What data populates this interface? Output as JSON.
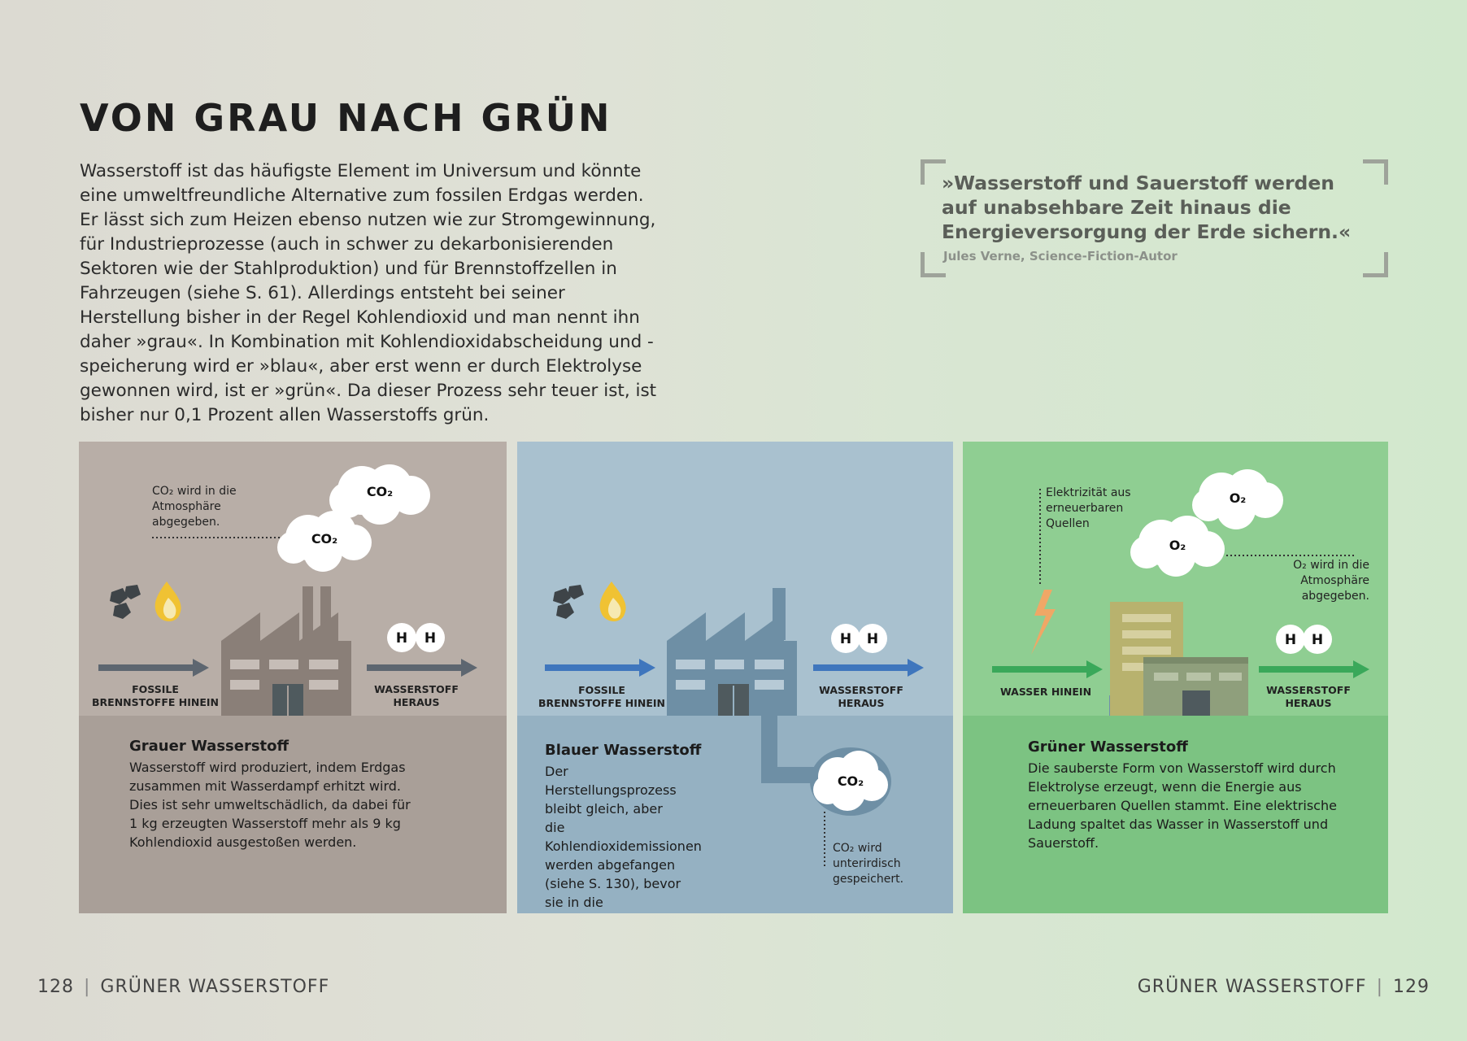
{
  "title": "VON GRAU NACH GRÜN",
  "intro": "Wasserstoff ist das häufigste Element im Universum und könnte eine umweltfreundliche Alternative zum fossilen Erdgas werden. Er lässt sich zum Heizen ebenso nutzen wie zur Stromgewinnung, für Industrieprozesse (auch in schwer zu dekarbonisierenden Sektoren wie der Stahlproduktion) und für Brennstoffzellen in Fahrzeugen (siehe S. 61). Allerdings entsteht bei seiner Herstellung bisher in der Regel Kohlendioxid und man nennt ihn daher »grau«. In Kombination mit Kohlendioxidabscheidung und -speicherung wird er »blau«, aber erst wenn er durch Elektrolyse gewonnen wird, ist er »grün«. Da dieser Prozess sehr teuer ist, ist bisher nur 0,1 Prozent allen Wasserstoffs grün.",
  "quote": {
    "text": "»Wasserstoff und Sauerstoff werden auf unabsehbare Zeit hinaus die Energieversorgung der Erde sichern.«",
    "author": "Jules Verne, Science-Fiction-Autor"
  },
  "colors": {
    "grey_panel": "#b8aea7",
    "grey_lower": "#a99f98",
    "blue_panel": "#a9c1cf",
    "blue_lower": "#95b1c2",
    "green_panel": "#8fce92",
    "green_lower": "#7cc382",
    "grey_arrow": "#5d6670",
    "blue_arrow": "#3f76bd",
    "green_arrow": "#3aa85a"
  },
  "panels": {
    "grey": {
      "co2_note": "CO₂ wird in die Atmosphäre abgegeben.",
      "cloud1": "CO₂",
      "cloud2": "CO₂",
      "input_label": "FOSSILE BRENNSTOFFE HINEIN",
      "output_label": "WASSERSTOFF HERAUS",
      "h1": "H",
      "h2": "H",
      "caption_title": "Grauer Wasserstoff",
      "caption_text": "Wasserstoff wird produziert, indem Erdgas zusammen mit Wasserdampf erhitzt wird. Dies ist sehr umweltschädlich, da dabei für 1 kg erzeugten Wasserstoff mehr als 9 kg Kohlendioxid ausgestoßen werden."
    },
    "blue": {
      "input_label": "FOSSILE BRENNSTOFFE HINEIN",
      "output_label": "WASSERSTOFF HERAUS",
      "h1": "H",
      "h2": "H",
      "cloud": "CO₂",
      "storage_note": "CO₂ wird unterirdisch gespeichert.",
      "caption_title": "Blauer Wasserstoff",
      "caption_text": "Der Herstellungsprozess bleibt gleich, aber die Kohlendioxidemissionen werden abgefangen (siehe S. 130), bevor sie in die Atmosphäre gelangen."
    },
    "green": {
      "electricity_note": "Elektrizität aus erneuerbaren Quellen",
      "cloud1": "O₂",
      "cloud2": "O₂",
      "o2_note": "O₂ wird in die Atmosphäre abgegeben.",
      "input_label": "WASSER HINEIN",
      "output_label": "WASSERSTOFF HERAUS",
      "h1": "H",
      "h2": "H",
      "caption_title": "Grüner Wasserstoff",
      "caption_text": "Die sauberste Form von Wasserstoff wird durch Elektrolyse erzeugt, wenn die Energie aus erneuerbaren Quellen stammt. Eine elektrische Ladung spaltet das Wasser in Wasserstoff und Sauerstoff."
    }
  },
  "footer": {
    "left_page": "128",
    "left_title": "GRÜNER WASSERSTOFF",
    "right_title": "GRÜNER WASSERSTOFF",
    "right_page": "129",
    "separator": "|"
  }
}
